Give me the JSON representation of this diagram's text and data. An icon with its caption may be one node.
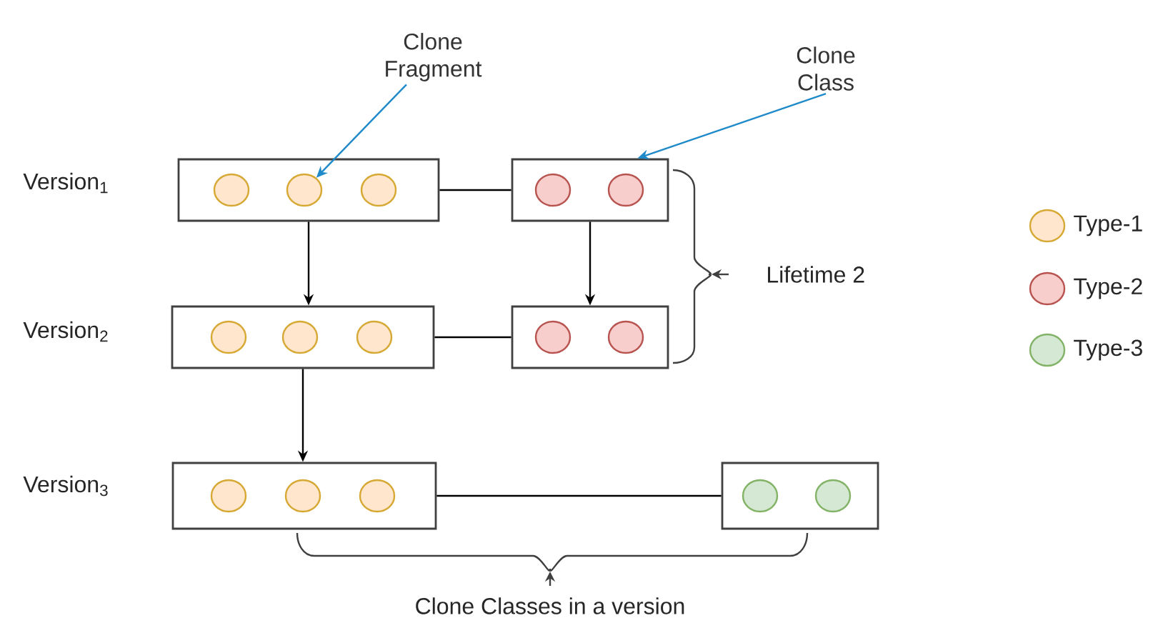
{
  "diagram": {
    "nodes": [
      {
        "text": [
          "Clone Fragment"
        ]
      },
      {
        "text": [
          "Clone Class"
        ]
      },
      {
        "text": [],
        "shape": "box"
      },
      {
        "text": [],
        "shape": "circle",
        "in": 2
      },
      {
        "text": [],
        "shape": "circle",
        "in": 2
      },
      {
        "text": [],
        "shape": "circle",
        "in": 2
      },
      {
        "text": [],
        "shape": "box"
      },
      {
        "text": [],
        "shape": "circle",
        "in": 6
      },
      {
        "text": [],
        "shape": "circle",
        "in": 6
      },
      {
        "text": [],
        "shape": "box"
      },
      {
        "text": [],
        "shape": "circle",
        "in": 9
      },
      {
        "text": [],
        "shape": "circle",
        "in": 9
      },
      {
        "text": [],
        "shape": "circle",
        "in": 9
      },
      {
        "text": [],
        "shape": "box"
      },
      {
        "text": [],
        "shape": "circle",
        "in": 13
      },
      {
        "text": [],
        "shape": "circle",
        "in": 13
      },
      {
        "text": [],
        "shape": "box"
      },
      {
        "text": [],
        "shape": "circle",
        "in": 16
      },
      {
        "text": [],
        "shape": "circle",
        "in": 16
      },
      {
        "text": [],
        "shape": "circle",
        "in": 16
      },
      {
        "text": [],
        "shape": "box"
      },
      {
        "text": [],
        "shape": "circle",
        "in": 20
      },
      {
        "text": [],
        "shape": "circle",
        "in": 20
      }
    ],
    "edges": [
      {
        "from": 0,
        "to": 4,
        "arrow": "to",
        "color": "#1f8ac9"
      },
      {
        "from": 1,
        "to": 6,
        "arrow": "to",
        "color": "#1f8ac9"
      },
      {
        "from": 2,
        "to": 6,
        "arrow": "none"
      },
      {
        "from": 2,
        "to": 9,
        "arrow": "to"
      },
      {
        "from": 6,
        "to": 13,
        "arrow": "to"
      },
      {
        "from": 9,
        "to": 13,
        "arrow": "none"
      },
      {
        "from": 9,
        "to": 16,
        "arrow": "to"
      },
      {
        "from": 16,
        "to": 20,
        "arrow": "none"
      }
    ],
    "labels": [
      "Version$_{1}$",
      "Version$_{2}$",
      "Lifetime 2",
      "Version$_{3}$",
      "Clone Classes in a version"
    ],
    "legend": [
      {
        "text": "Type-1",
        "color": "#ffe6cc"
      },
      {
        "text": "Type-2",
        "color": "#f8cecc"
      },
      {
        "text": "Type-3",
        "color": "#d5e8d4"
      }
    ]
  }
}
